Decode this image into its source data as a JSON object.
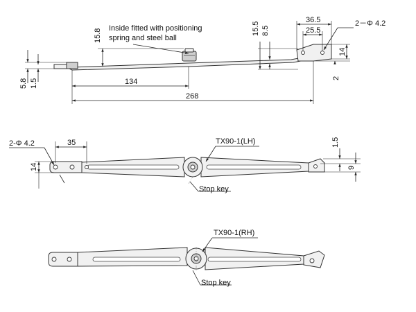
{
  "side_view": {
    "note_line1": "Inside fitted with positioning",
    "note_line2": "spring and steel ball",
    "dim_15_8": "15.8",
    "dim_15_5": "15.5",
    "dim_8_5": "8.5",
    "dim_36_5": "36.5",
    "dim_25_5": "25.5",
    "holes": "2－Φ 4.2",
    "dim_14": "14",
    "dim_2": "2",
    "dim_5_8": "5.8",
    "dim_1_5": "1.5",
    "dim_134": "134",
    "dim_268": "268"
  },
  "lh_view": {
    "holes": "2-Φ 4.2",
    "dim_35": "35",
    "dim_14": "14",
    "model": "TX90-1(LH)",
    "dim_1_5": "1.5",
    "dim_9": "9",
    "stop_key": "Stop key"
  },
  "rh_view": {
    "model": "TX90-1(RH)",
    "stop_key": "Stop key"
  }
}
